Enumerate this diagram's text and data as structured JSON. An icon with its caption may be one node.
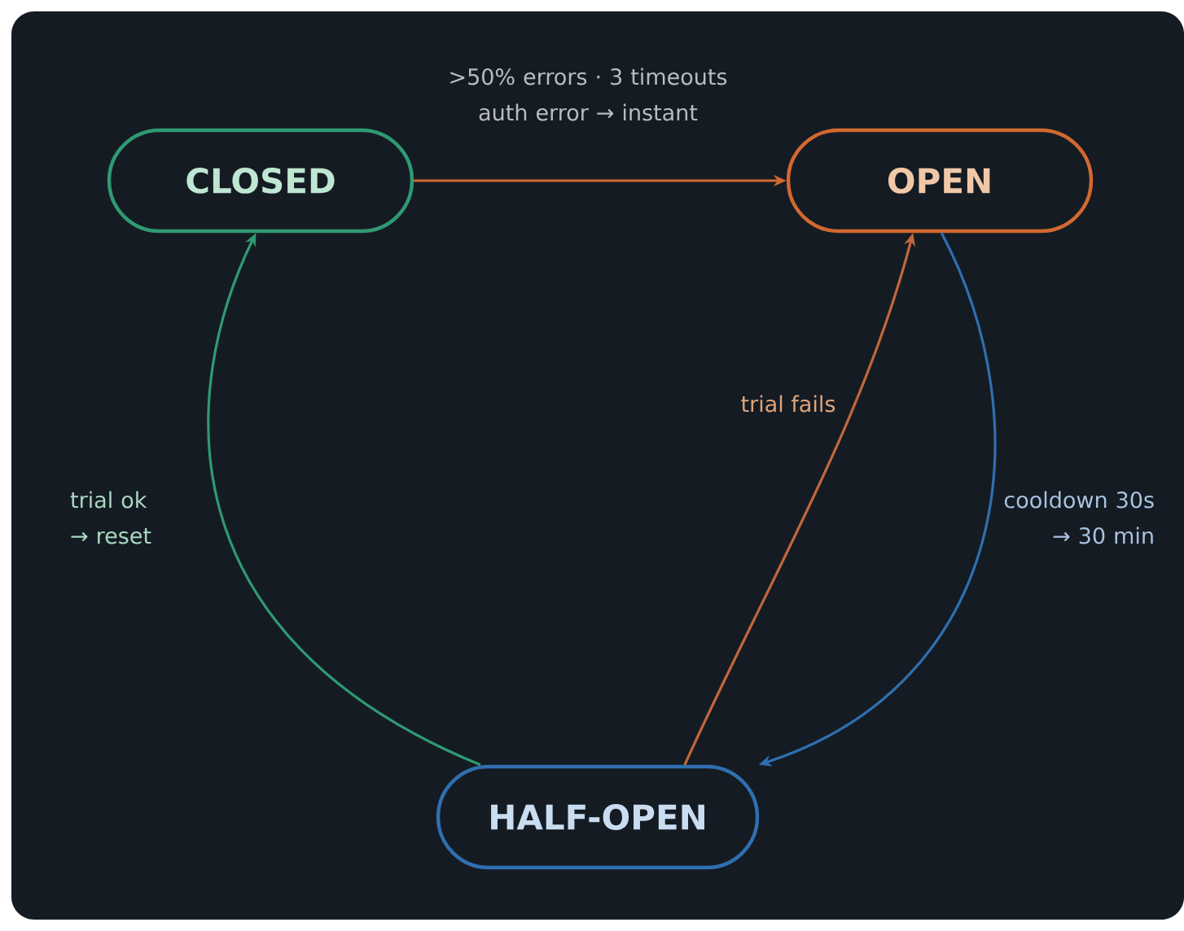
{
  "diagram": {
    "nodes": [
      {
        "text": [
          "CLOSED"
        ]
      },
      {
        "text": [
          "OPEN"
        ]
      },
      {
        "text": [
          "HALF-OPEN"
        ]
      }
    ],
    "edges": [
      {
        "from": 0,
        "to": 1,
        "arrow": "to",
        "label": ">50% errors · 3 timeouts auth error → instant",
        "color": "#d2692f"
      },
      {
        "from": 1,
        "to": 2,
        "arrow": "to",
        "label": "cooldown 30s → 30 min",
        "color": "#2f6fb0"
      },
      {
        "from": 2,
        "to": 1,
        "arrow": "to",
        "label": "trial fails",
        "color": "#c0683a"
      },
      {
        "from": 2,
        "to": 0,
        "arrow": "to",
        "label": "trial ok → reset",
        "color": "#2f9a72"
      }
    ]
  }
}
